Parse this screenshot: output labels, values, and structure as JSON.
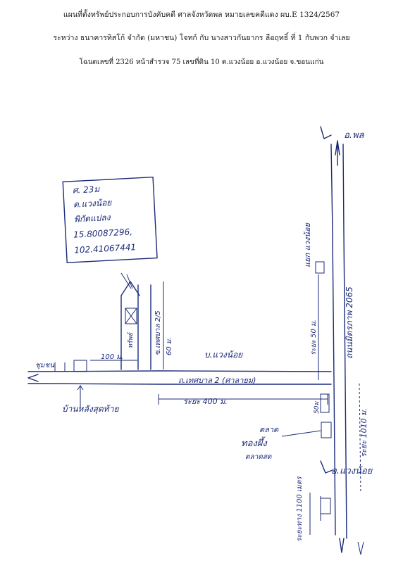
{
  "header": {
    "line1": "แผนที่ตั้งทรัพย์ประกอบการบังคับคดี ศาลจังหวัดพล หมายเลขคดีแดง ผบ.E 1324/2567",
    "line2": "ระหว่าง ธนาคารทิสโก้ จำกัด (มหาชน) โจทก์ กับ นางสาวกันยากร ลือฤทธิ์ ที่ 1 กับพวก จำเลย",
    "line3": "โฉนดเลขที่ 2326 หน้าสำรวจ 75 เลขที่ดิน 10 ต.แวงน้อย อ.แวงน้อย จ.ขอนแก่น"
  },
  "info_box": {
    "line1": "ศ. 23ม",
    "line2": "ต.แวงน้อย",
    "line3": "พิกัดแปลง",
    "line4": "15.80087296,",
    "line5": "102.41067441"
  },
  "labels": {
    "district_top": "อ.พล",
    "district_bottom": "อ.แวงน้อย",
    "main_road": "ถนนมิตรภาพ 2065",
    "main_road_extra": "แยก แวงน้อย",
    "side_road": "ถ.เทศบาล 2 (ศาลายม)",
    "soi": "ซ.เทศบาล 2/5",
    "village": "บ.แวงน้อย",
    "dist_100": "100 ม.",
    "dist_60": "60 ม.",
    "dist_400": "ระยะ 400 ม.",
    "dist_50": "ระยะ 50 ม.",
    "dist_1010": "ระยะ 1010 ม.",
    "dist_1100": "ระยะทาง 1100 เมตร",
    "dist_50b": "50ม",
    "house": "บ้านหลังสุดท้าย",
    "market_line1": "ตลาด",
    "market_line2": "ทองผึ้ง",
    "market_line3": "ตลาดสด",
    "parcel": "ทรัพย์",
    "left_road": "ชุมชน"
  }
}
